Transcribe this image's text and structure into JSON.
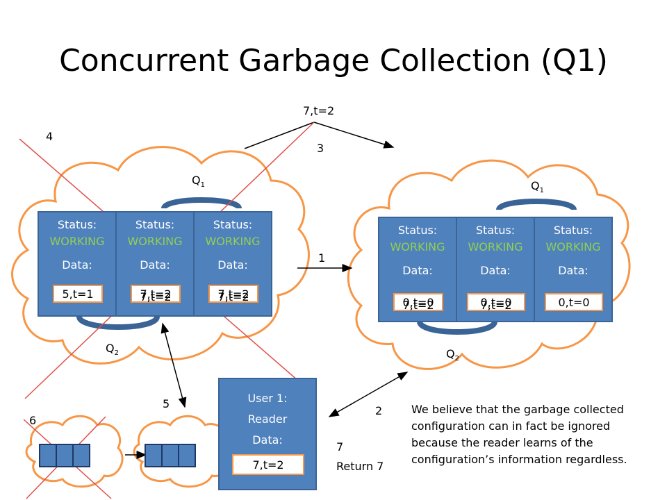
{
  "title": "Concurrent Garbage Collection (Q1)",
  "step_labels": {
    "s1": "1",
    "s2": "2",
    "s3": "3",
    "s4": "4",
    "s5": "5",
    "s6": "6",
    "s7": "7"
  },
  "transfer_value": "7,t=2",
  "return_text": "Return 7",
  "quorum": {
    "q": "Q",
    "one": "1",
    "two": "2"
  },
  "servers": {
    "status_label": "Status:",
    "working": "WORKING",
    "data_label": "Data:"
  },
  "old_config": {
    "values": [
      "5,t=1",
      "7,t=2",
      "7,t=2"
    ],
    "overlap_values": [
      "",
      "7,t=2",
      "7,t=2"
    ]
  },
  "new_config": {
    "values": [
      "0,t=0",
      "0,t=0",
      "0,t=0"
    ],
    "overlap_values": [
      "7,t=2",
      "7,t=2",
      ""
    ]
  },
  "user": {
    "title": "User 1:",
    "role": "Reader",
    "data_label": "Data:",
    "value": "7,t=2"
  },
  "note": "We believe that the garbage collected configuration can in fact be ignored because the reader learns of the configuration’s information regardless.",
  "colors": {
    "server_fill": "#4f81bd",
    "working_text": "#92d050",
    "cloud_stroke": "#f79646",
    "cross_stroke": "#e0504a"
  }
}
